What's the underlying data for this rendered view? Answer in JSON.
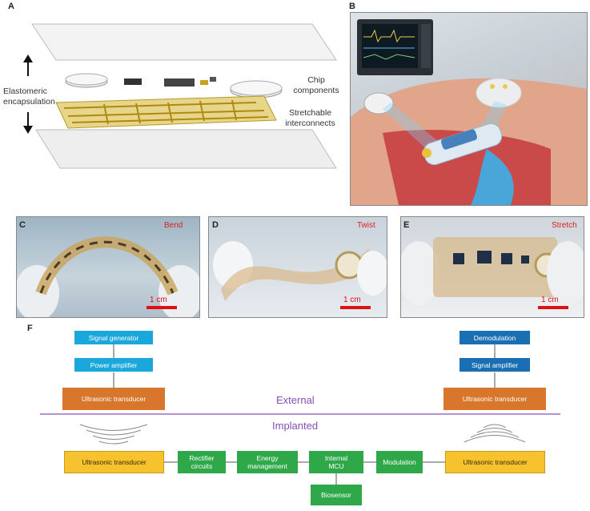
{
  "panels": {
    "a": "A",
    "b": "B",
    "c": "C",
    "d": "D",
    "e": "E",
    "f": "F"
  },
  "panel_a": {
    "encapsulation_label": "Elastomeric\nencapsulation",
    "chip_label": "Chip\ncomponents",
    "interconnect_label": "Stretchable\ninterconnects"
  },
  "panel_c": {
    "tag": "Bend",
    "scale": "1 cm"
  },
  "panel_d": {
    "tag": "Twist",
    "scale": "1 cm"
  },
  "panel_e": {
    "tag": "Stretch",
    "scale": "1 cm"
  },
  "panel_f": {
    "external_label": "External",
    "implanted_label": "Implanted",
    "left_chain": [
      "Signal generator",
      "Power amplifier",
      "Ultrasonic transducer"
    ],
    "right_chain": [
      "Demodulation",
      "Signal amplifier",
      "Ultrasonic transducer"
    ],
    "implant_row": [
      "Ultrasonic transducer",
      "Rectifier\ncircuits",
      "Energy\nmanagement",
      "Internal\nMCU",
      "Modulation",
      "Ultrasonic transducer"
    ],
    "biosensor": "Biosensor"
  },
  "colors": {
    "accent_purple": "#8a4fb5",
    "cyan": "#1aa7dc",
    "blue": "#1a6fb3",
    "orange": "#d8772b",
    "yellow": "#f6c22d",
    "green": "#2fa84a"
  }
}
